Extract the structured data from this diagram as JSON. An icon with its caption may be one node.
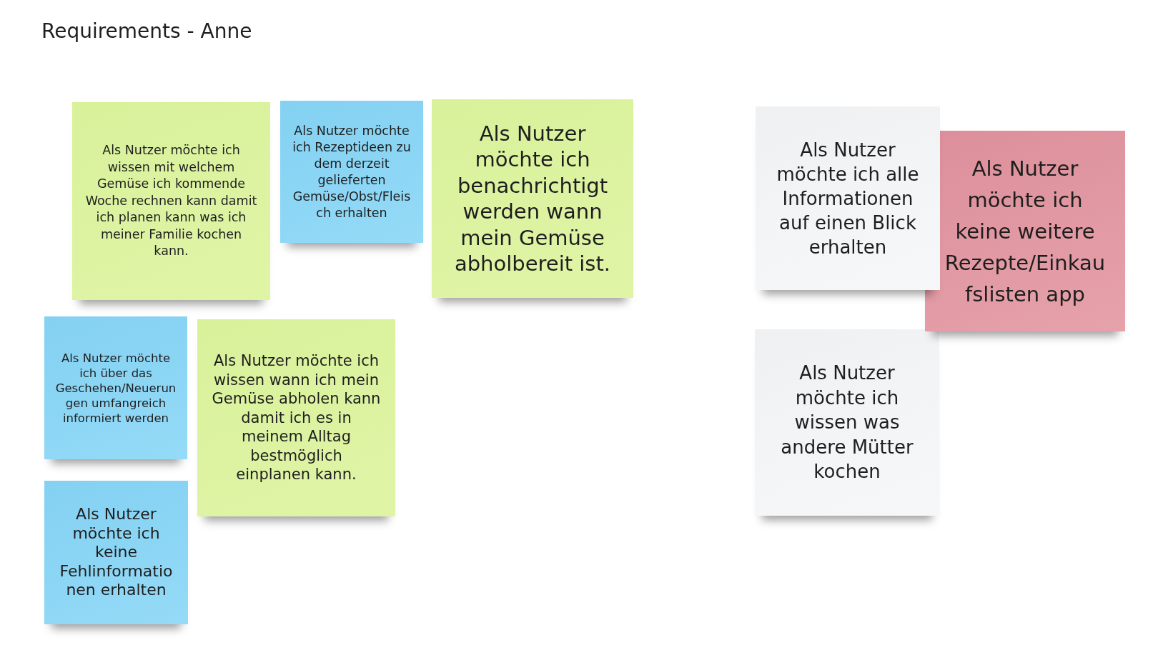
{
  "diagram": {
    "title": "Requirements - Anne",
    "nodes": [
      {
        "text": [
          "Als Nutzer möchte ich wissen mit welchem Gemüse ich kommende Woche rechnen kann damit ich planen kann was ich meiner Familie kochen kann."
        ]
      },
      {
        "text": [
          "Als Nutzer möchte ich Rezeptideen zu dem derzeit gelieferten Gemüse/Obst/Fleisch erhalten"
        ]
      },
      {
        "text": [
          "Als Nutzer möchte ich benachrichtigt werden wann mein Gemüse abholbereit ist."
        ]
      },
      {
        "text": [
          "Als Nutzer möchte ich alle Informationen auf einen Blick erhalten"
        ]
      },
      {
        "text": [
          "Als Nutzer möchte ich keine weitere Rezepte/Einkaufslisten app"
        ]
      },
      {
        "text": [
          "Als Nutzer möchte ich über das Geschehen/Neuerungen umfangreich informiert werden"
        ]
      },
      {
        "text": [
          "Als Nutzer möchte ich wissen wann ich mein Gemüse abholen kann damit ich es in meinem Alltag bestmöglich einplanen kann."
        ]
      },
      {
        "text": [
          "Als Nutzer möchte ich wissen was andere Mütter kochen"
        ]
      },
      {
        "text": [
          "Als Nutzer möchte ich keine Fehlinformationen erhalten"
        ]
      }
    ]
  }
}
